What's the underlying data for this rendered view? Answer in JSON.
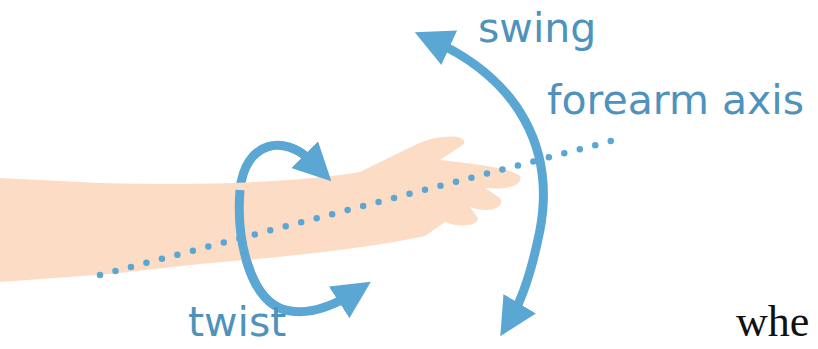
{
  "diagram": {
    "labels": [
      "swing",
      "forearm axis",
      "twist",
      "whe"
    ]
  }
}
